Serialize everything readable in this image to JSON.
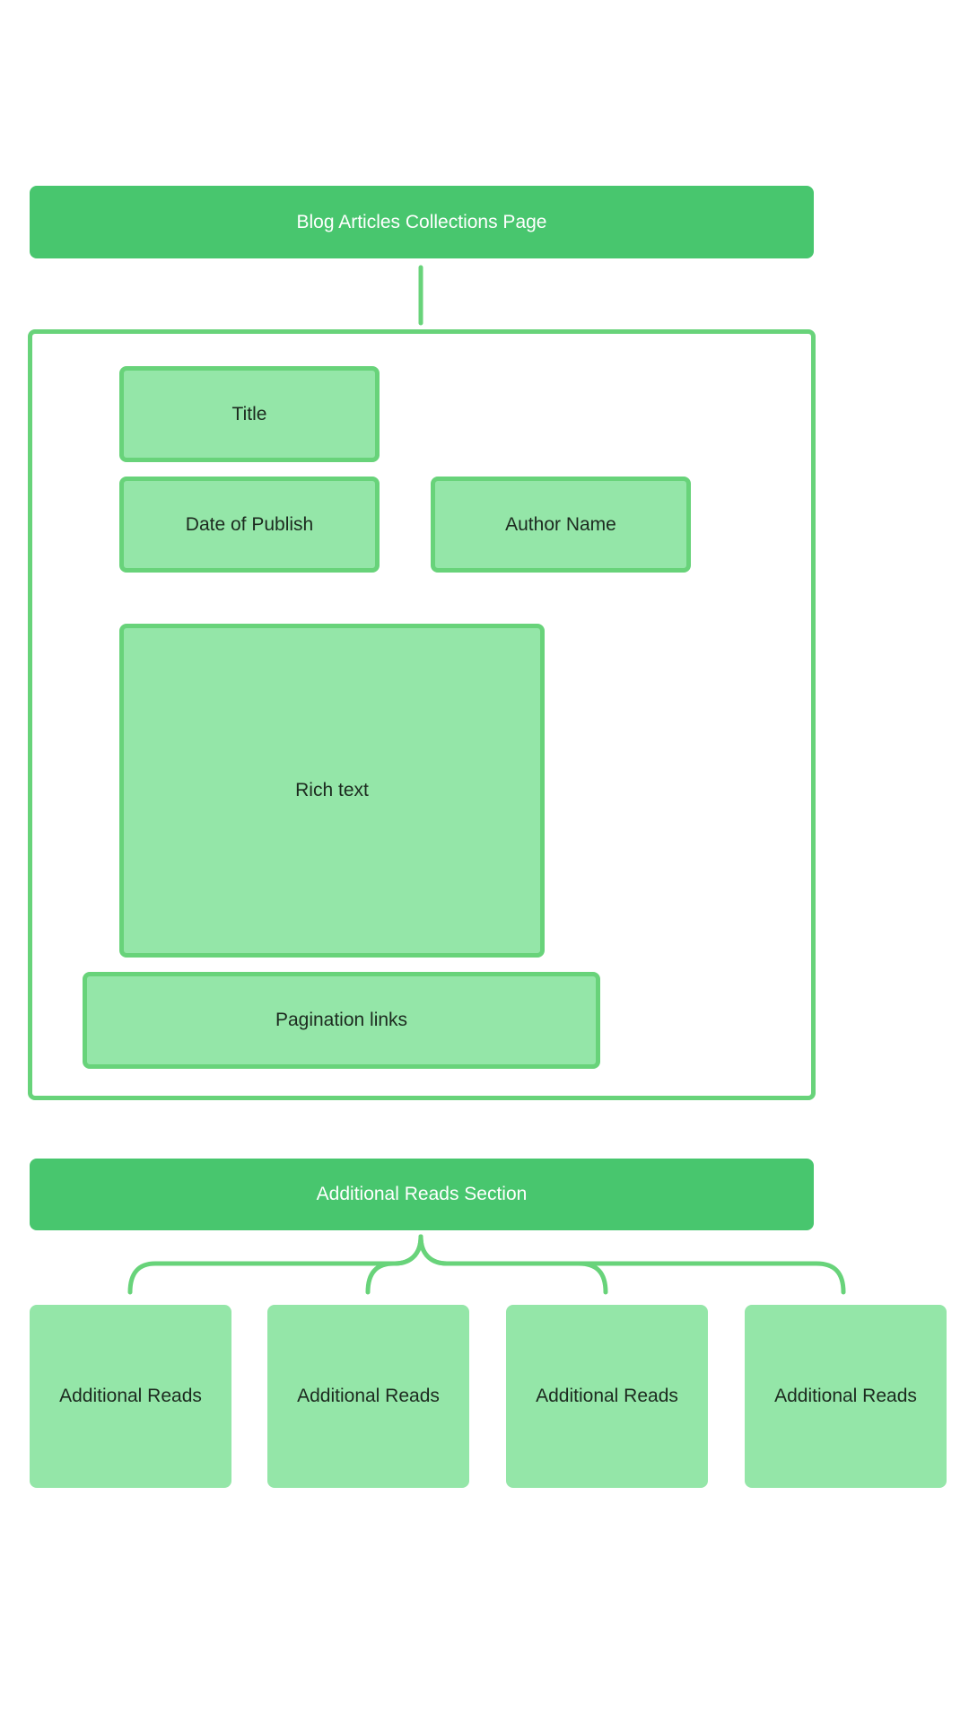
{
  "diagram": {
    "header": {
      "label": "Blog Articles Collections Page"
    },
    "fields": {
      "title": "Title",
      "date": "Date of Publish",
      "author": "Author Name",
      "rich_text": "Rich text",
      "pagination": "Pagination links"
    },
    "additional_section": {
      "label": "Additional Reads Section"
    },
    "additional_cards": [
      "Additional Reads",
      "Additional Reads",
      "Additional Reads",
      "Additional Reads"
    ],
    "colors": {
      "header_green": "#48c66e",
      "stroke_green": "#68d37a",
      "fill_light_green": "#94e6a8",
      "text_dark": "#1c2a1f"
    }
  }
}
